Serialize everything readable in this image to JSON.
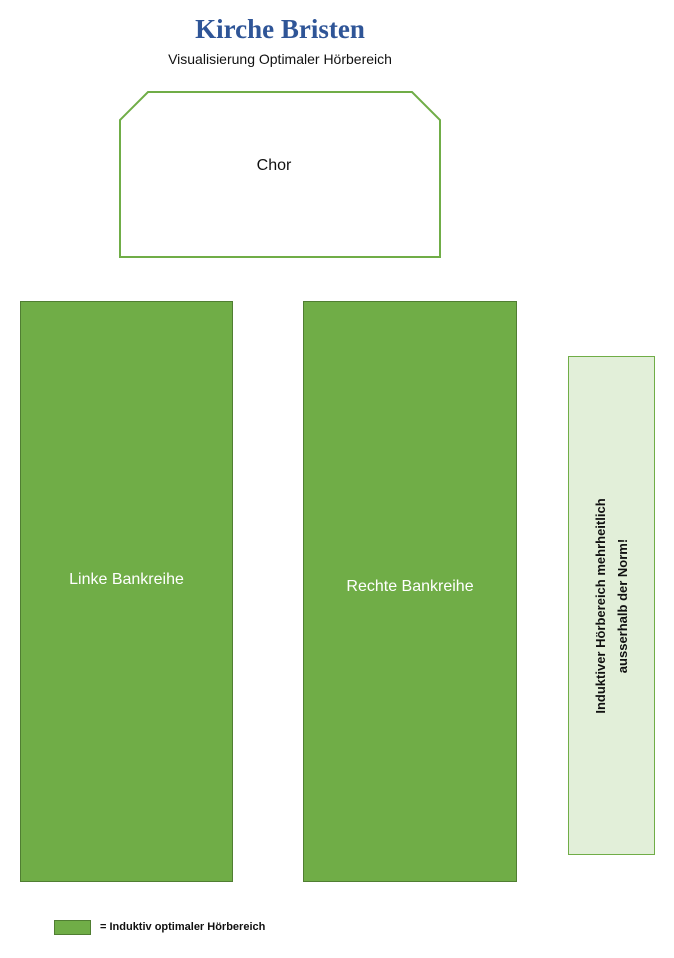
{
  "header": {
    "title": "Kirche Bristen",
    "subtitle": "Visualisierung Optimaler Hörbereich"
  },
  "areas": {
    "chor": "Chor",
    "left_pews": "Linke Bankreihe",
    "right_pews": "Rechte Bankreihe",
    "inductive_note_line1": "Induktiver Hörbereich mehrheitlich",
    "inductive_note_line2": "ausserhalb der Norm!"
  },
  "legend": {
    "label": "= Induktiv optimaler Hörbereich"
  },
  "colors": {
    "title": "#2f5597",
    "optimal_green": "#70ad47",
    "optimal_green_border": "#507e32",
    "light_green": "#e2efd9"
  }
}
